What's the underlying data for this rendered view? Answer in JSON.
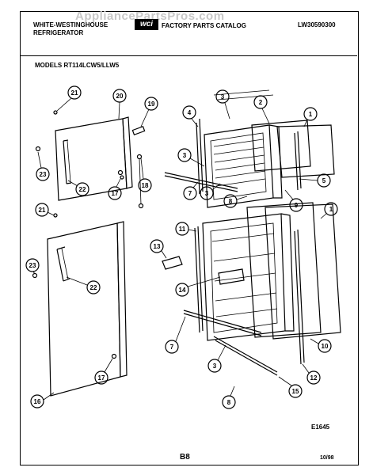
{
  "header": {
    "brand_line1": "WHITE-WESTINGHOUSE",
    "brand_line2": "REFRIGERATOR",
    "catalog_title": "FACTORY PARTS CATALOG",
    "catalog_number": "LW30590300",
    "models": "MODELS RT114LCW5/LLW5"
  },
  "watermark": "AppliancePartsPros.com",
  "footer": {
    "figure_code": "E1645",
    "page": "B8",
    "date": "10/98"
  },
  "callouts": [
    "21",
    "20",
    "19",
    "23",
    "22",
    "17",
    "18",
    "21",
    "23",
    "22",
    "17",
    "16",
    "4",
    "3",
    "2",
    "1",
    "3",
    "5",
    "7",
    "3",
    "8",
    "9",
    "1",
    "11",
    "13",
    "14",
    "7",
    "3",
    "10",
    "12",
    "15",
    "8"
  ]
}
